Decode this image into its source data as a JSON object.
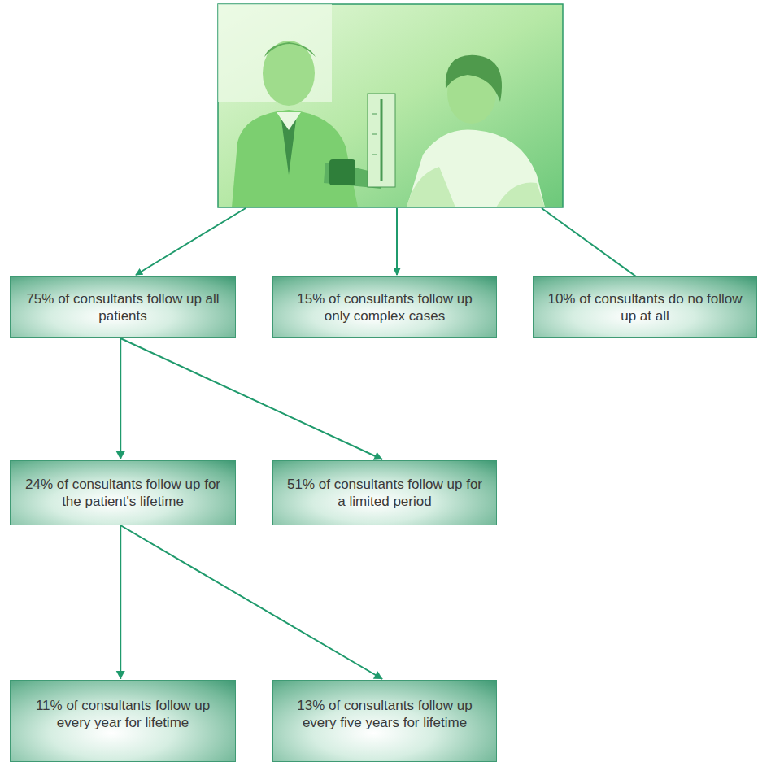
{
  "diagram": {
    "nodes": [
      {
        "text": [
          "75% of consultants follow up all patients"
        ]
      },
      {
        "text": [
          "15% of consultants follow up only complex cases"
        ]
      },
      {
        "text": [
          "10% of consultants do no follow up at all"
        ]
      },
      {
        "text": [
          "24% of consultants follow up for the patient's lifetime"
        ]
      },
      {
        "text": [
          "51% of consultants follow up for a limited period"
        ]
      },
      {
        "text": [
          "11% of consultants follow up every year for lifetime"
        ]
      },
      {
        "text": [
          "13% of consultants follow up every five years for lifetime"
        ]
      }
    ],
    "edges": [
      {
        "from": 0,
        "to": 3,
        "arrow": "to"
      },
      {
        "from": 0,
        "to": 4,
        "arrow": "to"
      },
      {
        "from": 3,
        "to": 5,
        "arrow": "to"
      },
      {
        "from": 3,
        "to": 6,
        "arrow": "to"
      }
    ]
  }
}
